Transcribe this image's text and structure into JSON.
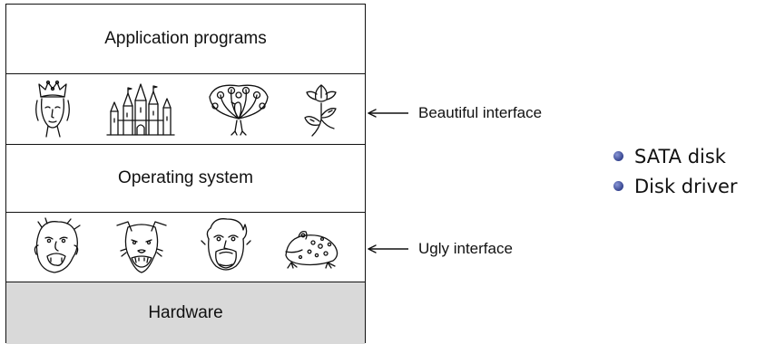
{
  "layers": {
    "application": "Application programs",
    "os": "Operating system",
    "hardware": "Hardware"
  },
  "annotations": {
    "beautiful": "Beautiful interface",
    "ugly": "Ugly interface"
  },
  "beautiful_icons": [
    "queen-icon",
    "castle-icon",
    "peacock-icon",
    "flower-icon"
  ],
  "ugly_icons": [
    "grotesque-face-icon",
    "snarling-dog-icon",
    "screaming-man-icon",
    "toad-icon"
  ],
  "bullets": [
    "SATA disk",
    "Disk driver"
  ],
  "colors": {
    "hardware_fill": "#d9d9d9",
    "bullet_dot": "#35448f",
    "line": "#111111"
  }
}
